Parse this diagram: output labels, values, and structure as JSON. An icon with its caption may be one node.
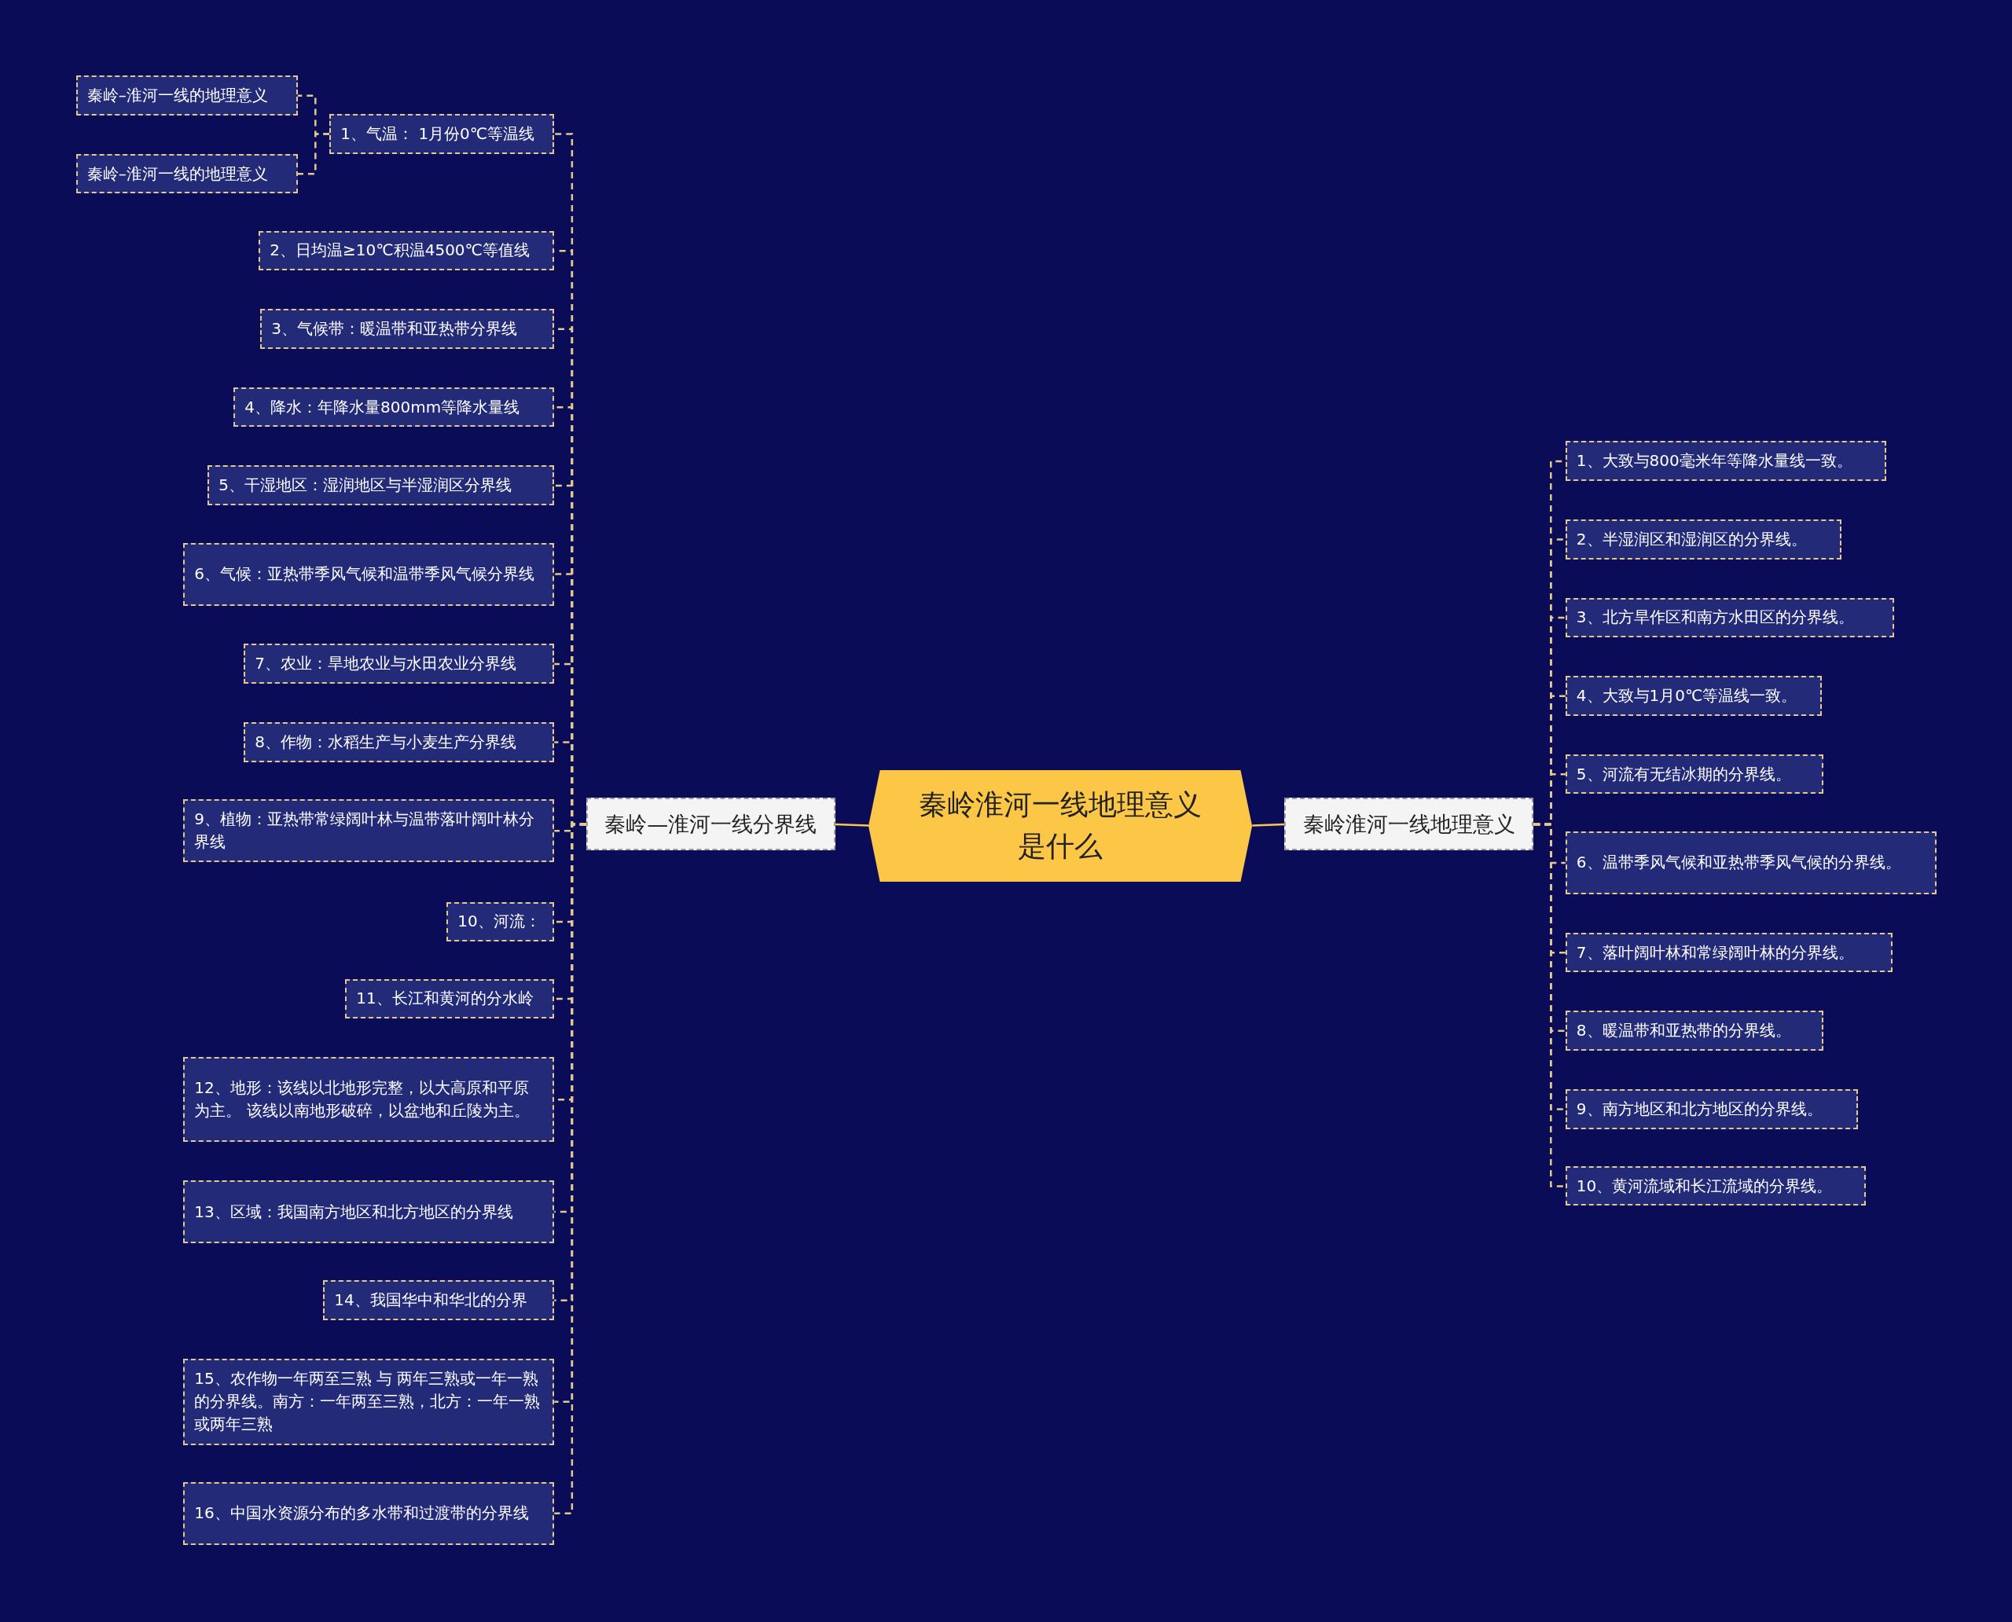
{
  "diagram": {
    "nodes": [
      {
        "text": [
          "秦岭淮河一线地理意义是什么"
        ]
      },
      {
        "text": [
          "秦岭—淮河一线分界线"
        ]
      },
      {
        "text": [
          "1、气温： 1月份0℃等温线"
        ]
      },
      {
        "text": [
          "秦岭–淮河一线的地理意义"
        ]
      },
      {
        "text": [
          "秦岭–淮河一线的地理意义"
        ]
      },
      {
        "text": [
          "2、日均温≥10℃积温4500℃等值线"
        ]
      },
      {
        "text": [
          "3、气候带：暖温带和亚热带分界线"
        ]
      },
      {
        "text": [
          "4、降水：年降水量800mm等降水量线"
        ]
      },
      {
        "text": [
          "5、干湿地区：湿润地区与半湿润区分界线"
        ]
      },
      {
        "text": [
          "6、气候：亚热带季风气候和温带季风气候分界线"
        ]
      },
      {
        "text": [
          "7、农业：旱地农业与水田农业分界线"
        ]
      },
      {
        "text": [
          "8、作物：水稻生产与小麦生产分界线"
        ]
      },
      {
        "text": [
          "9、植物：亚热带常绿阔叶林与温带落叶阔叶林分界线"
        ]
      },
      {
        "text": [
          "10、河流："
        ]
      },
      {
        "text": [
          "11、长江和黄河的分水岭"
        ]
      },
      {
        "text": [
          "12、地形：该线以北地形完整，以大高原和平原为主。 该线以南地形破碎，以盆地和丘陵为主。"
        ]
      },
      {
        "text": [
          "13、区域：我国南方地区和北方地区的分界线"
        ]
      },
      {
        "text": [
          "14、我国华中和华北的分界"
        ]
      },
      {
        "text": [
          "15、农作物一年两至三熟 与 两年三熟或一年一熟的分界线。南方：一年两至三熟，北方：一年一熟或两年三熟"
        ]
      },
      {
        "text": [
          "16、中国水资源分布的多水带和过渡带的分界线"
        ]
      },
      {
        "text": [
          "秦岭淮河一线地理意义"
        ]
      },
      {
        "text": [
          "1、大致与800毫米年等降水量线一致。"
        ]
      },
      {
        "text": [
          "2、半湿润区和湿润区的分界线。"
        ]
      },
      {
        "text": [
          "3、北方旱作区和南方水田区的分界线。"
        ]
      },
      {
        "text": [
          "4、大致与1月0℃等温线一致。"
        ]
      },
      {
        "text": [
          "5、河流有无结冰期的分界线。"
        ]
      },
      {
        "text": [
          "6、温带季风气候和亚热带季风气候的分界线。"
        ]
      },
      {
        "text": [
          "7、落叶阔叶林和常绿阔叶林的分界线。"
        ]
      },
      {
        "text": [
          "8、暖温带和亚热带的分界线。"
        ]
      },
      {
        "text": [
          "9、南方地区和北方地区的分界线。"
        ]
      },
      {
        "text": [
          "10、黄河流域和长江流域的分界线。"
        ]
      }
    ],
    "edges": [
      {
        "from": 0,
        "to": 1,
        "arrow": "none"
      },
      {
        "from": 0,
        "to": 20,
        "arrow": "none"
      },
      {
        "from": 1,
        "to": 2,
        "arrow": "none",
        "style": "dashed"
      },
      {
        "from": 2,
        "to": 3,
        "arrow": "none",
        "style": "dashed"
      },
      {
        "from": 2,
        "to": 4,
        "arrow": "none",
        "style": "dashed"
      },
      {
        "from": 1,
        "to": 5,
        "arrow": "none",
        "style": "dashed"
      },
      {
        "from": 1,
        "to": 6,
        "arrow": "none",
        "style": "dashed"
      },
      {
        "from": 1,
        "to": 7,
        "arrow": "none",
        "style": "dashed"
      },
      {
        "from": 1,
        "to": 8,
        "arrow": "none",
        "style": "dashed"
      },
      {
        "from": 1,
        "to": 9,
        "arrow": "none",
        "style": "dashed"
      },
      {
        "from": 1,
        "to": 10,
        "arrow": "none",
        "style": "dashed"
      },
      {
        "from": 1,
        "to": 11,
        "arrow": "none",
        "style": "dashed"
      },
      {
        "from": 1,
        "to": 12,
        "arrow": "none",
        "style": "dashed"
      },
      {
        "from": 1,
        "to": 13,
        "arrow": "none",
        "style": "dashed"
      },
      {
        "from": 1,
        "to": 14,
        "arrow": "none",
        "style": "dashed"
      },
      {
        "from": 1,
        "to": 15,
        "arrow": "none",
        "style": "dashed"
      },
      {
        "from": 1,
        "to": 16,
        "arrow": "none",
        "style": "dashed"
      },
      {
        "from": 1,
        "to": 17,
        "arrow": "none",
        "style": "dashed"
      },
      {
        "from": 1,
        "to": 18,
        "arrow": "none",
        "style": "dashed"
      },
      {
        "from": 1,
        "to": 19,
        "arrow": "none",
        "style": "dashed"
      },
      {
        "from": 20,
        "to": 21,
        "arrow": "none",
        "style": "dashed"
      },
      {
        "from": 20,
        "to": 22,
        "arrow": "none",
        "style": "dashed"
      },
      {
        "from": 20,
        "to": 23,
        "arrow": "none",
        "style": "dashed"
      },
      {
        "from": 20,
        "to": 24,
        "arrow": "none",
        "style": "dashed"
      },
      {
        "from": 20,
        "to": 25,
        "arrow": "none",
        "style": "dashed"
      },
      {
        "from": 20,
        "to": 26,
        "arrow": "none",
        "style": "dashed"
      },
      {
        "from": 20,
        "to": 27,
        "arrow": "none",
        "style": "dashed"
      },
      {
        "from": 20,
        "to": 28,
        "arrow": "none",
        "style": "dashed"
      },
      {
        "from": 20,
        "to": 29,
        "arrow": "none",
        "style": "dashed"
      },
      {
        "from": 20,
        "to": 30,
        "arrow": "none",
        "style": "dashed"
      }
    ]
  }
}
